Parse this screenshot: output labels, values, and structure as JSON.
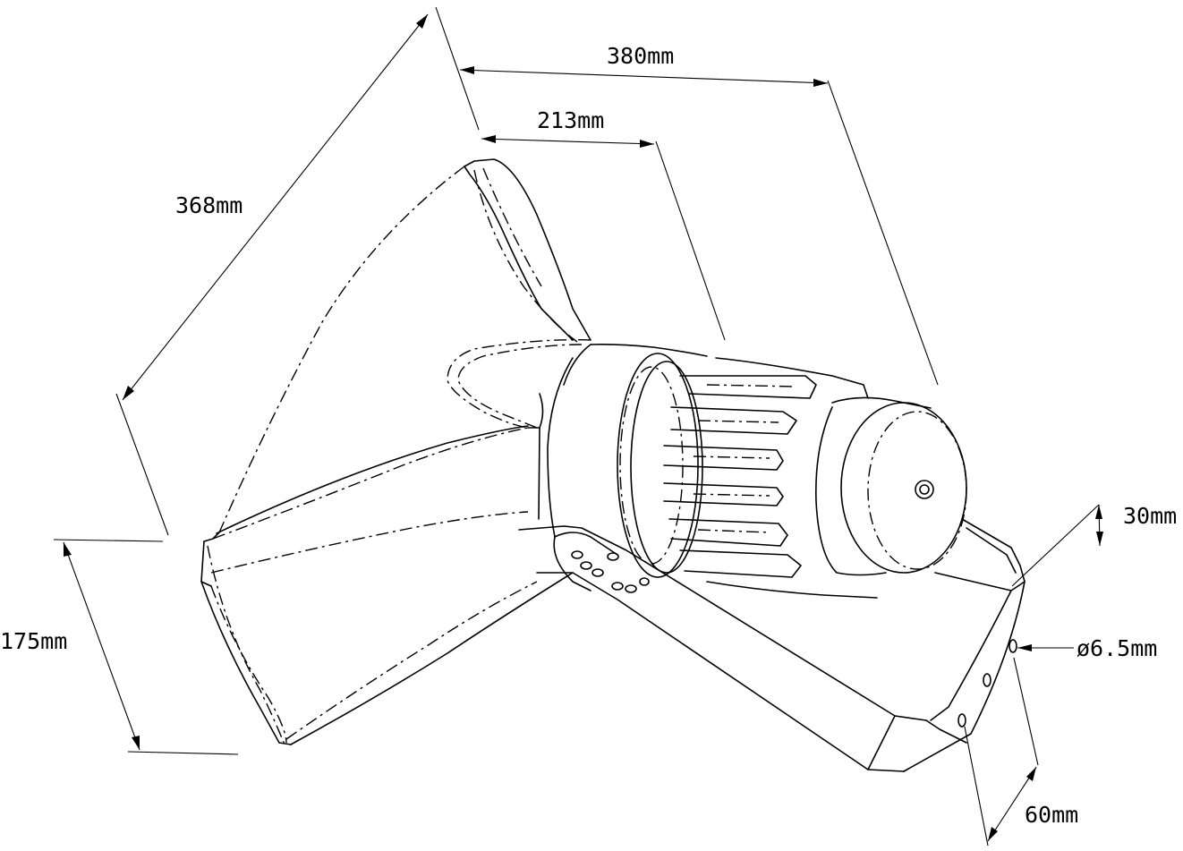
{
  "dimensions": {
    "overall_length": "380mm",
    "driver_length": "213mm",
    "horn_diagonal": "368mm",
    "horn_height": "175mm",
    "bracket_width": "60mm",
    "bracket_height": "30mm",
    "hole_diameter": "ø6.5mm"
  }
}
